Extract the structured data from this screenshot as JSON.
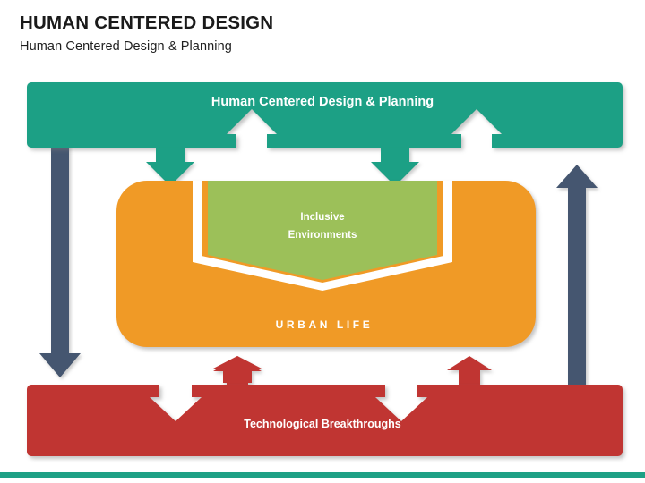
{
  "header": {
    "title": "HUMAN CENTERED DESIGN",
    "subtitle": "Human Centered Design & Planning"
  },
  "diagram": {
    "top_band": {
      "label": "Human Centered Design & Planning",
      "color": "#1ea085"
    },
    "middle": {
      "container_label": "URBAN LIFE",
      "container_color": "#f09a28",
      "inner_label_line1": "Inclusive",
      "inner_label_line2": "Environments",
      "inner_color": "#9cc059"
    },
    "bottom_band": {
      "label": "Technological Breakthroughs",
      "color": "#c03530"
    },
    "side_arrows": {
      "color": "#445670",
      "left_direction": "down",
      "right_direction": "up"
    },
    "accent_line_color": "#1ea085"
  }
}
